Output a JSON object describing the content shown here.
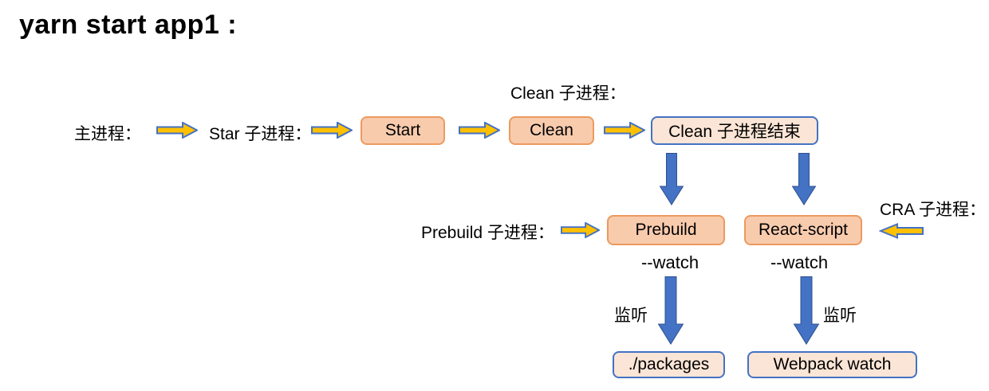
{
  "title": "yarn start app1 :",
  "colors": {
    "orange_fill": "#F8CBAD",
    "orange_border": "#EC9A5E",
    "light_fill": "#FBE5D6",
    "blue": "#4472C4",
    "blue_dark": "#2F528F",
    "yellow": "#FFC000",
    "text": "#000000",
    "bg": "#FFFFFF"
  },
  "labels": {
    "main_process": "主进程：",
    "star_sub": "Star 子进程：",
    "clean_sub": "Clean 子进程：",
    "prebuild_sub": "Prebuild 子进程：",
    "cra_sub": "CRA 子进程：",
    "watch_left": "--watch",
    "watch_right": "--watch",
    "listen_left": "监听",
    "listen_right": "监听"
  },
  "nodes": {
    "start": "Start",
    "clean": "Clean",
    "clean_end": "Clean 子进程结束",
    "prebuild": "Prebuild",
    "react_script": "React-script",
    "packages": "./packages",
    "webpack_watch": "Webpack watch"
  },
  "icons": {
    "flow_right": "right-block-arrow",
    "flow_left": "left-block-arrow",
    "flow_down": "down-block-arrow"
  }
}
